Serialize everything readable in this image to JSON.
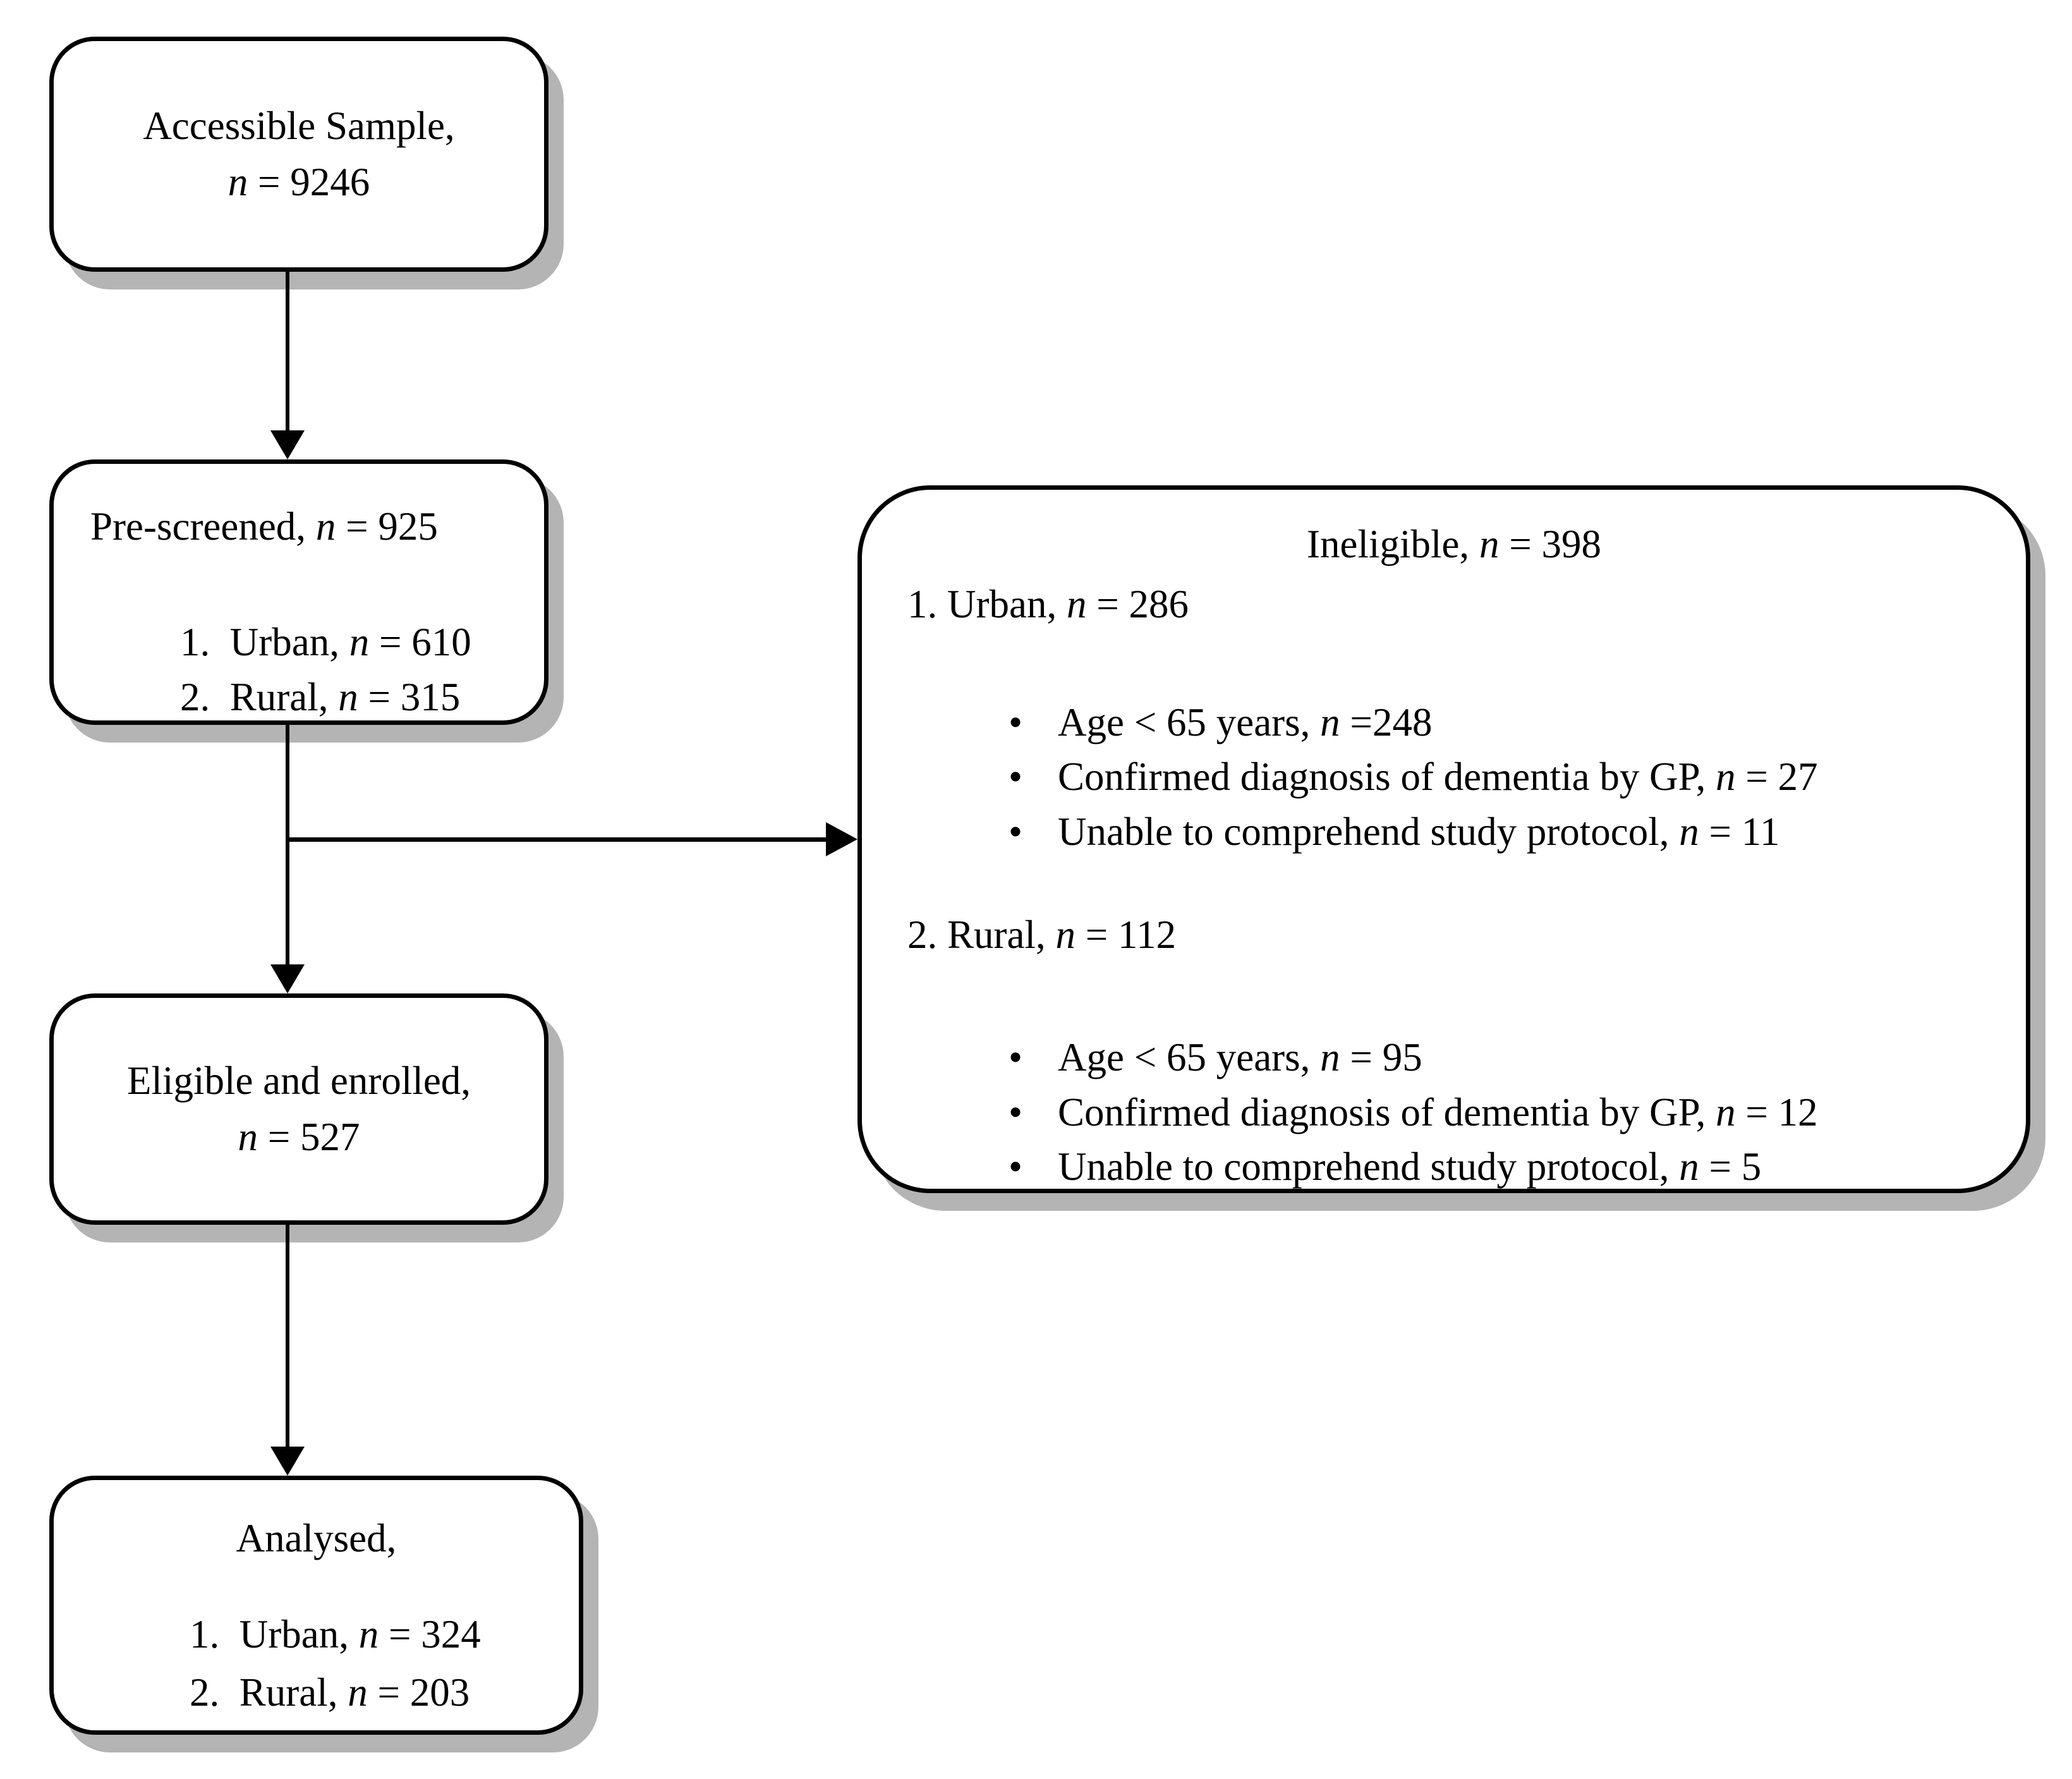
{
  "figure": {
    "type": "study-flow-diagram",
    "background_color": "#ffffff",
    "box_fill": "#ffffff",
    "border_color": "#000000",
    "shadow_color": "#b4b4b4",
    "text_color": "#000000"
  },
  "boxes": {
    "accessible_sample": {
      "lines": [
        [
          {
            "t": "Accessible Sample,"
          }
        ],
        [
          {
            "t": "n",
            "i": true
          },
          {
            "t": " = 9246"
          }
        ]
      ]
    },
    "pre_screened": {
      "title": [
        {
          "t": "Pre-screened, "
        },
        {
          "t": "n",
          "i": true
        },
        {
          "t": " = 925"
        }
      ],
      "items": [
        [
          {
            "t": "1.  Urban, "
          },
          {
            "t": "n",
            "i": true
          },
          {
            "t": " = 610"
          }
        ],
        [
          {
            "t": "2.  Rural, "
          },
          {
            "t": "n",
            "i": true
          },
          {
            "t": " = 315"
          }
        ]
      ]
    },
    "ineligible": {
      "title": [
        {
          "t": "Ineligible, "
        },
        {
          "t": "n",
          "i": true
        },
        {
          "t": " = 398"
        }
      ],
      "groups": [
        {
          "heading": [
            {
              "t": "1. Urban, "
            },
            {
              "t": "n",
              "i": true
            },
            {
              "t": " = 286"
            }
          ],
          "bullets": [
            [
              {
                "t": "Age < 65 years, "
              },
              {
                "t": "n",
                "i": true
              },
              {
                "t": " =248"
              }
            ],
            [
              {
                "t": "Confirmed diagnosis of dementia by GP, "
              },
              {
                "t": "n",
                "i": true
              },
              {
                "t": " = 27"
              }
            ],
            [
              {
                "t": "Unable to comprehend study protocol, "
              },
              {
                "t": "n",
                "i": true
              },
              {
                "t": " = 11"
              }
            ]
          ]
        },
        {
          "heading": [
            {
              "t": "2. Rural, "
            },
            {
              "t": "n",
              "i": true
            },
            {
              "t": " = 112"
            }
          ],
          "bullets": [
            [
              {
                "t": "Age < 65 years, "
              },
              {
                "t": "n",
                "i": true
              },
              {
                "t": " = 95"
              }
            ],
            [
              {
                "t": "Confirmed diagnosis of dementia by GP, "
              },
              {
                "t": "n",
                "i": true
              },
              {
                "t": " = 12"
              }
            ],
            [
              {
                "t": "Unable to comprehend study protocol, "
              },
              {
                "t": "n",
                "i": true
              },
              {
                "t": " = 5"
              }
            ]
          ]
        }
      ]
    },
    "eligible_enrolled": {
      "lines": [
        [
          {
            "t": "Eligible and enrolled,"
          }
        ],
        [
          {
            "t": "n",
            "i": true
          },
          {
            "t": " = 527"
          }
        ]
      ]
    },
    "analysed": {
      "title": [
        {
          "t": "Analysed,"
        }
      ],
      "items": [
        [
          {
            "t": "1.  Urban, "
          },
          {
            "t": "n",
            "i": true
          },
          {
            "t": " = 324"
          }
        ],
        [
          {
            "t": "2.  Rural, "
          },
          {
            "t": "n",
            "i": true
          },
          {
            "t": " = 203"
          }
        ]
      ]
    }
  }
}
